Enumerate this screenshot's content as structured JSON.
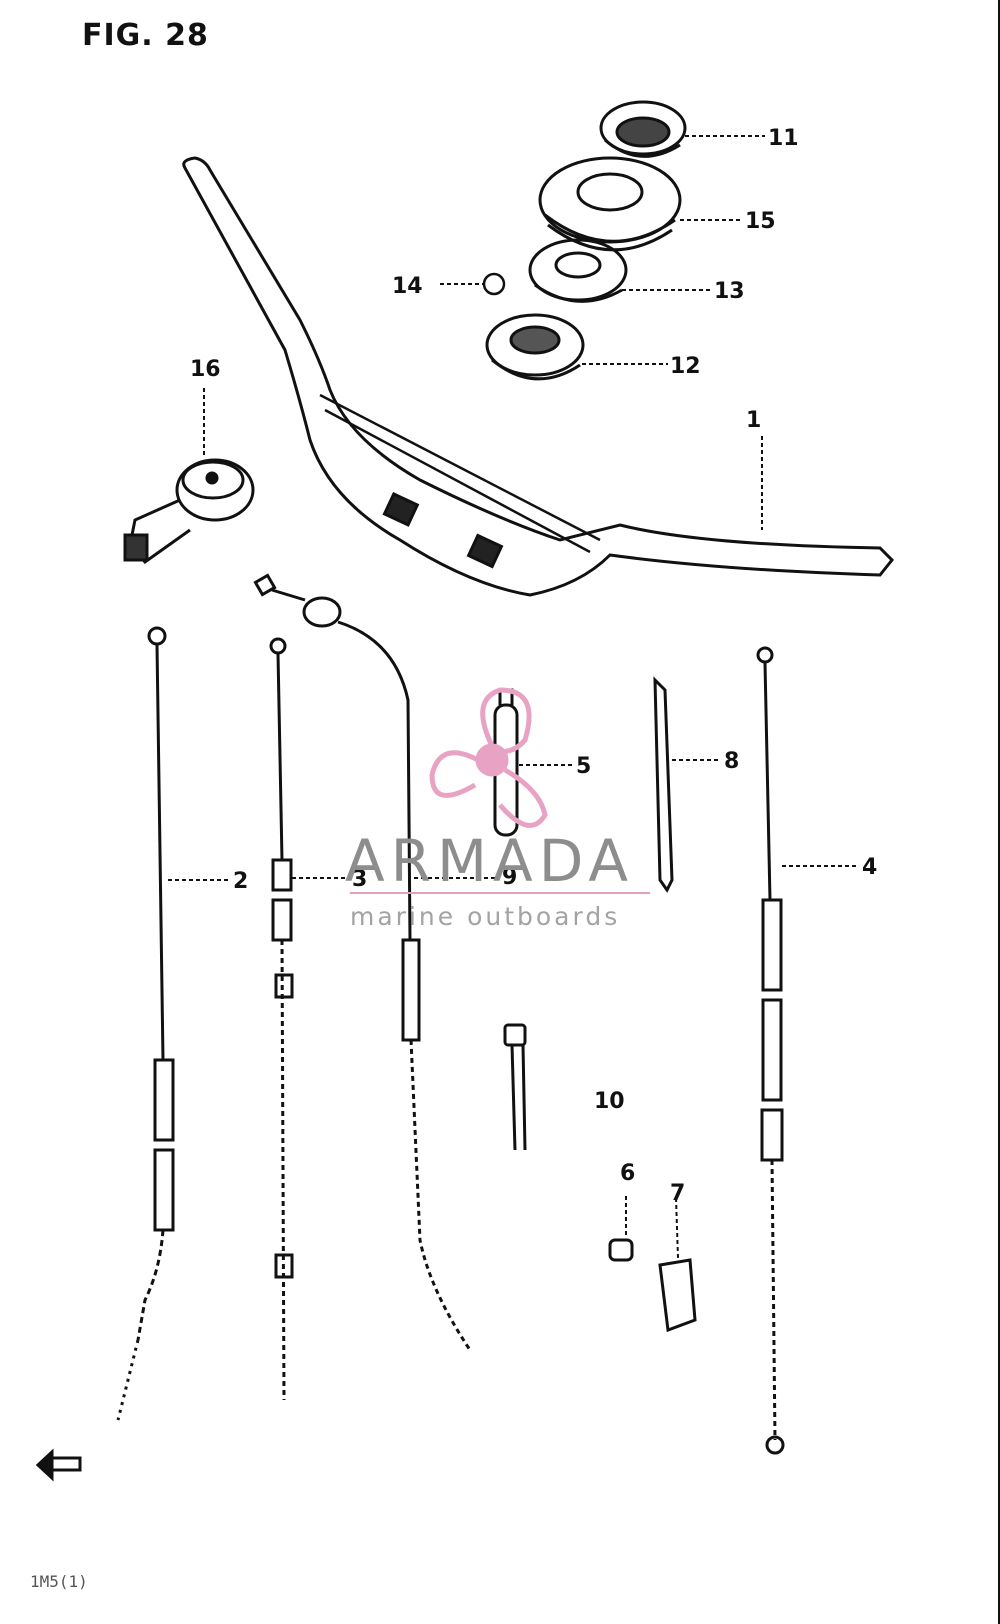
{
  "figure": {
    "title": "FIG. 28",
    "footer_code": "1M5(1)"
  },
  "callouts": [
    {
      "id": "1",
      "label": "1"
    },
    {
      "id": "2",
      "label": "2"
    },
    {
      "id": "3",
      "label": "3"
    },
    {
      "id": "4",
      "label": "4"
    },
    {
      "id": "5",
      "label": "5"
    },
    {
      "id": "6",
      "label": "6"
    },
    {
      "id": "7",
      "label": "7"
    },
    {
      "id": "8",
      "label": "8"
    },
    {
      "id": "9",
      "label": "9"
    },
    {
      "id": "10",
      "label": "10"
    },
    {
      "id": "11",
      "label": "11"
    },
    {
      "id": "12",
      "label": "12"
    },
    {
      "id": "13",
      "label": "13"
    },
    {
      "id": "14",
      "label": "14"
    },
    {
      "id": "15",
      "label": "15"
    },
    {
      "id": "16",
      "label": "16"
    }
  ],
  "watermark": {
    "brand": "ARMADA",
    "tagline": "marine outboards",
    "colors": {
      "propeller": "#e8a2c3",
      "text": "#8d8d8d"
    }
  }
}
